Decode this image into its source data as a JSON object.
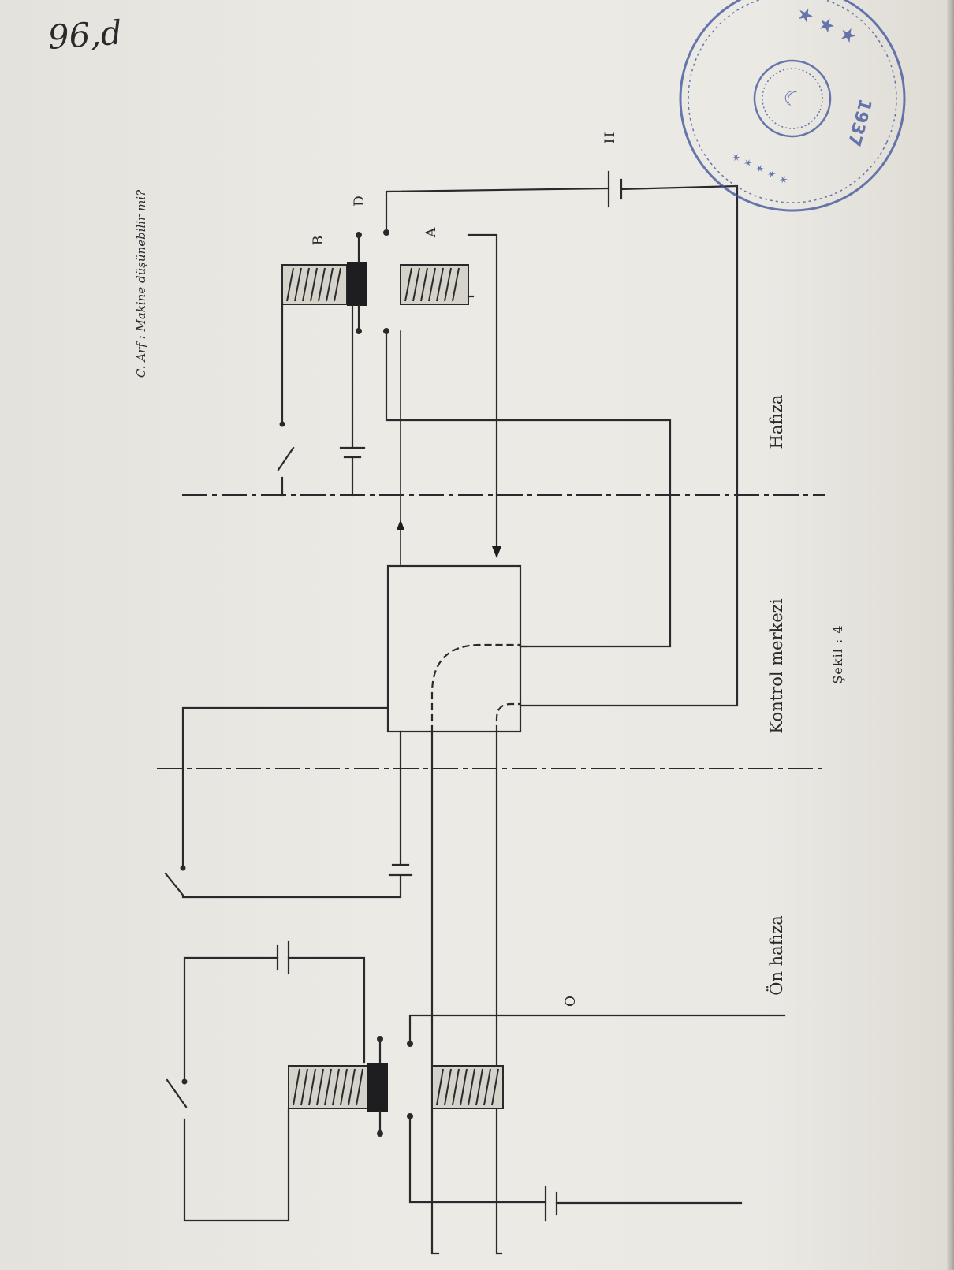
{
  "handwritten_note": "96,d",
  "running_header": "C. Arf : Makine düşünebilir mi?",
  "labels": {
    "coil_b": "B",
    "contact_d": "D",
    "coil_a": "A",
    "battery_h": "H",
    "output_o": "O"
  },
  "regions": {
    "memory": "Hafıza",
    "control_center": "Kontrol merkezi",
    "pre_memory": "Ön hafıza"
  },
  "caption": "Şekil : 4",
  "stamp": {
    "text": "1937",
    "color": "#3a4f9a"
  },
  "colors": {
    "ink": "#2a2a2c",
    "paper": "#ebe9e4"
  }
}
